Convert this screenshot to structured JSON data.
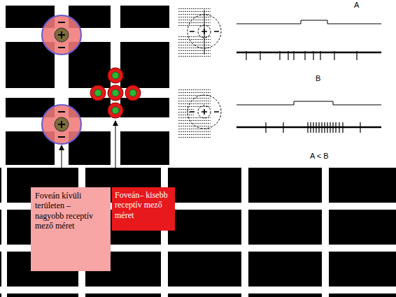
{
  "diagram": {
    "nodes": [
      {
        "text": [
          "Foveán kívüli területen – nagyobb receptív mező méret"
        ]
      },
      {
        "text": [
          "Foveán– kisebb receptív mező méret"
        ]
      }
    ],
    "labels": [
      "A",
      "B",
      "A < B"
    ]
  }
}
